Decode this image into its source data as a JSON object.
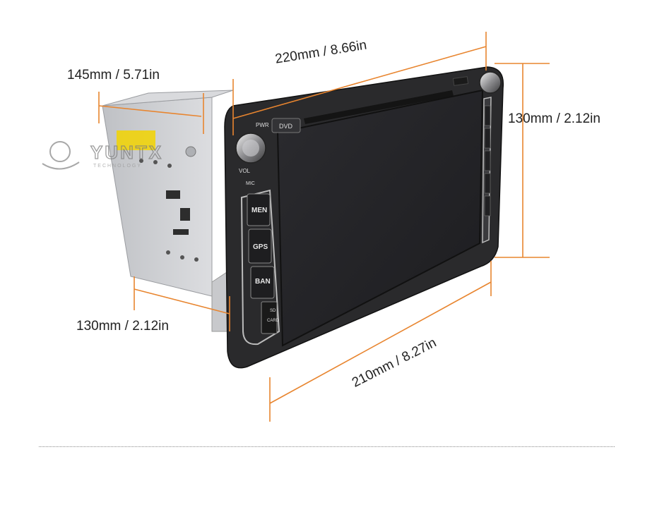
{
  "dimensions": {
    "depth": "145mm / 5.71in",
    "width_top": "220mm / 8.66in",
    "height_right": "130mm / 2.12in",
    "height_left": "130mm / 2.12in",
    "width_bottom": "210mm / 8.27in"
  },
  "brand": {
    "name": "YUNTX",
    "tagline": "TECHNOLOGY"
  },
  "device": {
    "pwr_label": "PWR",
    "dvd_label": "DVD",
    "vol_label": "VOL",
    "mic_label": "MIC",
    "buttons": [
      "MEN",
      "GPS",
      "BAN"
    ],
    "sd_label_1": "SD",
    "sd_label_2": "CARD"
  },
  "colors": {
    "dimension_line": "#e8852f",
    "text": "#222222",
    "screen": "#232326",
    "bezel": "#2a2a2c",
    "chassis": "#cfd0d3"
  }
}
